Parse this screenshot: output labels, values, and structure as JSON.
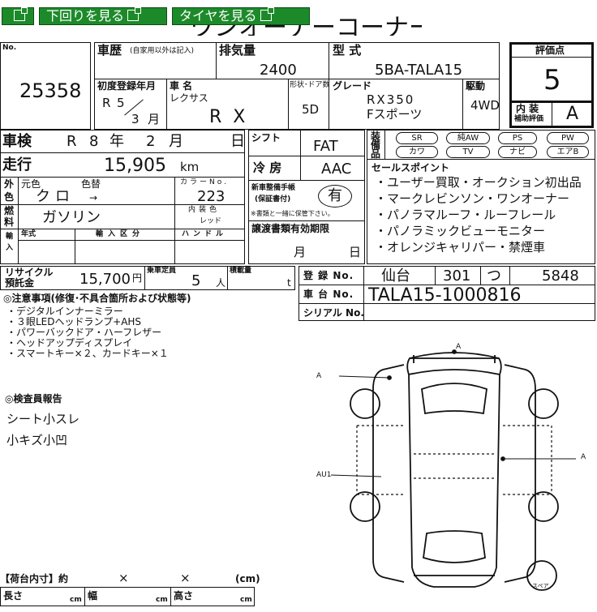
{
  "header": {
    "corner_icon": "popout-icon",
    "btn_underside": "下回りを見る",
    "btn_tires": "タイヤを見る",
    "title": "ワンオーナーコーナー"
  },
  "lot": {
    "label": "No.",
    "number": "25358"
  },
  "history": {
    "label": "車歴",
    "note": "(自家用以外は記入)"
  },
  "displacement": {
    "label": "排気量",
    "value": "2400"
  },
  "model_type": {
    "label": "型 式",
    "value": "5BA-TALA15"
  },
  "score": {
    "label": "評価点",
    "value": "5"
  },
  "first_reg": {
    "label": "初度登録年月",
    "era": "R",
    "year": "5",
    "month": "3",
    "unit_month": "月"
  },
  "car_name": {
    "label": "車 名",
    "maker": "レクサス",
    "model": "RX"
  },
  "doors": {
    "label": "形状･ドア数",
    "value": "5D"
  },
  "grade": {
    "label": "グレード",
    "line1": "RX350",
    "line2": "Fスポーツ"
  },
  "drive": {
    "label": "駆動",
    "value": "4WD"
  },
  "interior_score": {
    "label1": "内 装",
    "label2": "補助評価",
    "value": "A"
  },
  "inspection": {
    "label": "車検",
    "era": "R",
    "year": "8",
    "y_unit": "年",
    "month": "2",
    "m_unit": "月",
    "d_unit": "日"
  },
  "mileage": {
    "label": "走行",
    "value": "15,905",
    "unit": "km"
  },
  "color": {
    "side1": "外",
    "side2": "色",
    "orig_label": "元色",
    "changed_label": "色替",
    "orig": "クロ",
    "arrow": "→",
    "code_label": "カラーNo.",
    "code": "223"
  },
  "fuel": {
    "side1": "燃",
    "side2": "料",
    "value": "ガソリン",
    "int_label": "内装色",
    "int_value": "レッド"
  },
  "import": {
    "side1": "輸",
    "side2": "入",
    "year_label": "年式",
    "division_label": "輸入区分",
    "handle_label": "ハンドル"
  },
  "shift": {
    "label": "シフト",
    "value": "FAT"
  },
  "aircon": {
    "label": "冷 房",
    "value": "AAC"
  },
  "maintenance": {
    "label1": "新車整備手帳",
    "label2": "(保証書付)",
    "value": "有",
    "note": "※書類と一緒に保管下さい。"
  },
  "transfer": {
    "label": "譲渡書類有効期限",
    "m_unit": "月",
    "d_unit": "日"
  },
  "equipment": {
    "side": [
      "装",
      "備",
      "品"
    ],
    "row1": [
      "SR",
      "純AW",
      "PS",
      "PW"
    ],
    "row2": [
      "カワ",
      "TV",
      "ナビ",
      "エアB"
    ]
  },
  "sales_points": {
    "label": "セールスポイント",
    "items": [
      "・ユーザー買取・オークション初出品",
      "・マークレビンソン・ワンオーナー",
      "・パノラマルーフ・ルーフレール",
      "・パノラミックビューモニター",
      "・オレンジキャリパー・禁煙車"
    ]
  },
  "recycle": {
    "label1": "リサイクル",
    "label2": "預託金",
    "value": "15,700",
    "unit": "円"
  },
  "capacity": {
    "label": "乗車定員",
    "value": "5",
    "unit": "人"
  },
  "load": {
    "label": "積載量",
    "unit": "t"
  },
  "registration": {
    "label": "登 録 No.",
    "area": "仙台",
    "class": "301",
    "kana": "つ",
    "number": "5848"
  },
  "chassis": {
    "label": "車 台 No.",
    "value": "TALA15-1000816"
  },
  "serial": {
    "label": "シリアル No."
  },
  "notes": {
    "label": "◎注意事項(修復･不具合箇所および状態等)",
    "items": [
      "・デジタルインナーミラー",
      "・３眼LEDヘッドランプ+AHS",
      "・パワーバックドア・ハーフレザー",
      "・ヘッドアップディスプレイ",
      "・スマートキー×２、カードキー×１"
    ]
  },
  "inspector": {
    "label": "◎検査員報告",
    "items": [
      "シート小スレ",
      "小キズ小凹"
    ]
  },
  "cargo": {
    "label": "【荷台内寸】約",
    "x1": "×",
    "x2": "×",
    "unit": "(cm)",
    "len": "長さ",
    "wid": "幅",
    "hei": "高さ",
    "cm": "cm"
  },
  "diagram": {
    "top_mark": "A",
    "left_mark": "A",
    "right_mark": "A",
    "au_mark": "AU1",
    "spare": "スペア"
  }
}
